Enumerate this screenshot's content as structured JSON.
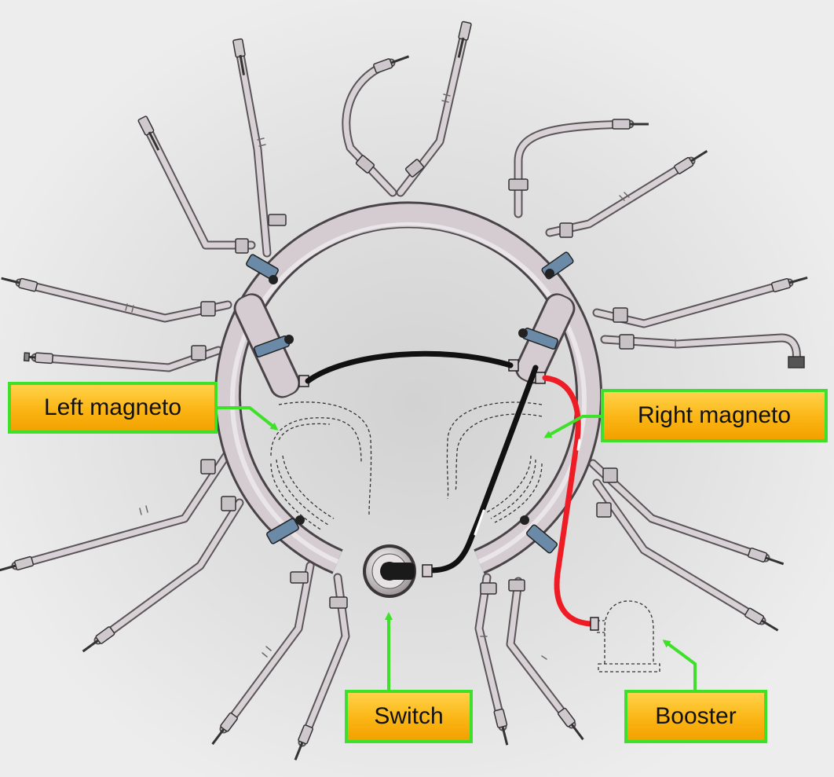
{
  "labels": {
    "left_magneto": "Left magneto",
    "right_magneto": "Right magneto",
    "switch": "Switch",
    "booster": "Booster"
  },
  "colors": {
    "background": "#eaeaea",
    "callout_fill": "#fbb514",
    "callout_border": "#3ee02a",
    "arrow": "#3ee02a",
    "harness": "#cfc6cb",
    "primary_lead": "#111111",
    "booster_lead": "#ee1c25"
  },
  "components": [
    "ignition-harness-ring",
    "spark-plug-leads",
    "left-magneto",
    "right-magneto",
    "ignition-switch",
    "booster-coil"
  ]
}
